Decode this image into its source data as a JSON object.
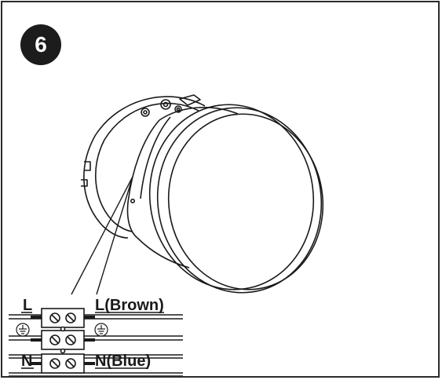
{
  "step": {
    "number": "6"
  },
  "wiring": {
    "left_live": "L",
    "left_neutral": "N",
    "right_live": "L(Brown)",
    "right_neutral": "N(Blue)"
  },
  "icons": {
    "earth": "earth-ground-icon",
    "screw": "terminal-screw-icon"
  },
  "colors": {
    "line": "#1a1a1a",
    "badge": "#1c1c1c",
    "background": "#ffffff"
  }
}
